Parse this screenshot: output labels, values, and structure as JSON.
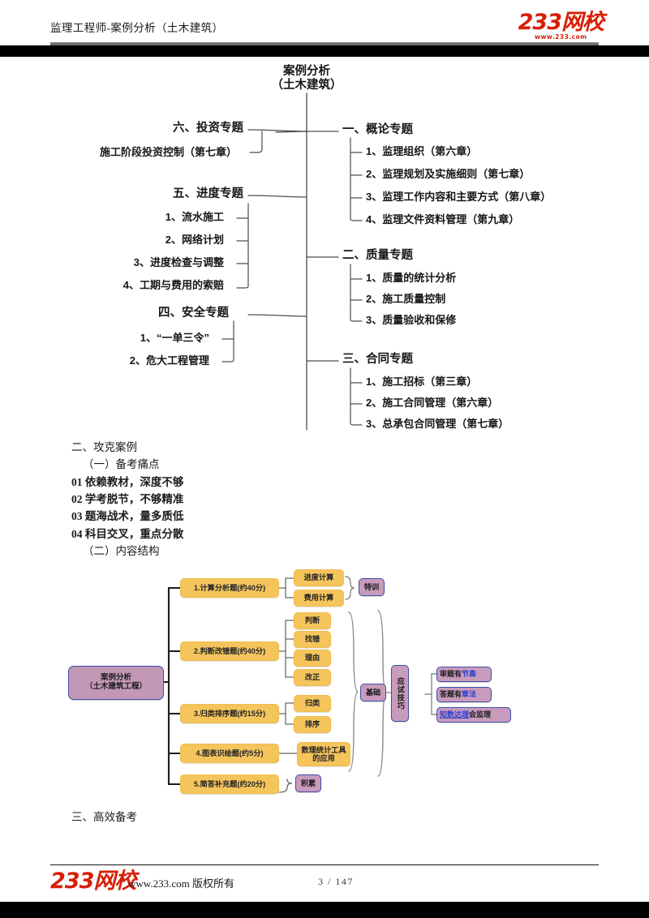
{
  "header": {
    "title": "监理工程师-案例分析（土木建筑）",
    "brand_main": "233网校",
    "brand_sub": "www.233.com"
  },
  "outline_map": {
    "root": {
      "line1": "案例分析",
      "line2": "（土木建筑）"
    },
    "right_branches": [
      {
        "label": "一、概论专题",
        "children": [
          "1、监理组织（第六章）",
          "2、监理规划及实施细则（第七章）",
          "3、监理工作内容和主要方式（第八章）",
          "4、监理文件资料管理（第九章）"
        ]
      },
      {
        "label": "二、质量专题",
        "children": [
          "1、质量的统计分析",
          "2、施工质量控制",
          "3、质量验收和保修"
        ]
      },
      {
        "label": "三、合同专题",
        "children": [
          "1、施工招标（第三章）",
          "2、施工合同管理（第六章）",
          "3、总承包合同管理（第七章）"
        ]
      }
    ],
    "left_branches": [
      {
        "label": "六、投资专题",
        "children": [
          "施工阶段投资控制（第七章）"
        ]
      },
      {
        "label": "五、进度专题",
        "children": [
          "1、流水施工",
          "2、网络计划",
          "3、进度检查与调整",
          "4、工期与费用的索赔"
        ]
      },
      {
        "label": "四、安全专题",
        "children": [
          "1、“一单三令”",
          "2、危大工程管理"
        ]
      }
    ]
  },
  "body_text": {
    "section_title": "二、攻克案例",
    "sub1": "（一）备考痛点",
    "pain_points": [
      "01  依赖教材，深度不够",
      "02  学考脱节，不够精准",
      "03  题海战术，量多质低",
      "04  科目交叉，重点分散"
    ],
    "sub2": "（二）内容结构",
    "tail": "三、高效备考"
  },
  "color_map": {
    "root": {
      "line1": "案例分析",
      "line2": "（土木建筑工程）"
    },
    "question_types": [
      {
        "label": "1.计算分析题(约40分)",
        "subs": [
          "进度计算",
          "费用计算"
        ]
      },
      {
        "label": "2.判断改错题(约40分)",
        "subs": [
          "判断",
          "找错",
          "理由",
          "改正"
        ]
      },
      {
        "label": "3.归类排序题(约15分)",
        "subs": [
          "归类",
          "排序"
        ]
      },
      {
        "label": "4.图表识绘题(约5分)",
        "subs": [
          "数理统计工具的应用"
        ]
      },
      {
        "label": "5.简答补充题(约20分)",
        "subs": []
      }
    ],
    "tags": {
      "training": "特训",
      "accumulate": "积累",
      "basic": "基础",
      "skills": "应试技巧"
    },
    "skill_tips": [
      {
        "plain1": "审题有",
        "accent": "节奏",
        "plain2": ""
      },
      {
        "plain1": "答题有",
        "accent": "章法",
        "plain2": ""
      },
      {
        "plain1": "",
        "accent": "知数达理",
        "plain2": "会监理"
      }
    ],
    "colors": {
      "root_fill": "#c398b6",
      "node_fill": "#f5c55c",
      "tag_fill": "#c89bbd",
      "tag_border": "#3f4fa8",
      "accent_text": "#2b3fd0"
    }
  },
  "footer": {
    "brand_main": "233网校",
    "brand_sub": "www.233.com",
    "site_text": "www.233.com 版权所有",
    "page": "3 / 147"
  }
}
